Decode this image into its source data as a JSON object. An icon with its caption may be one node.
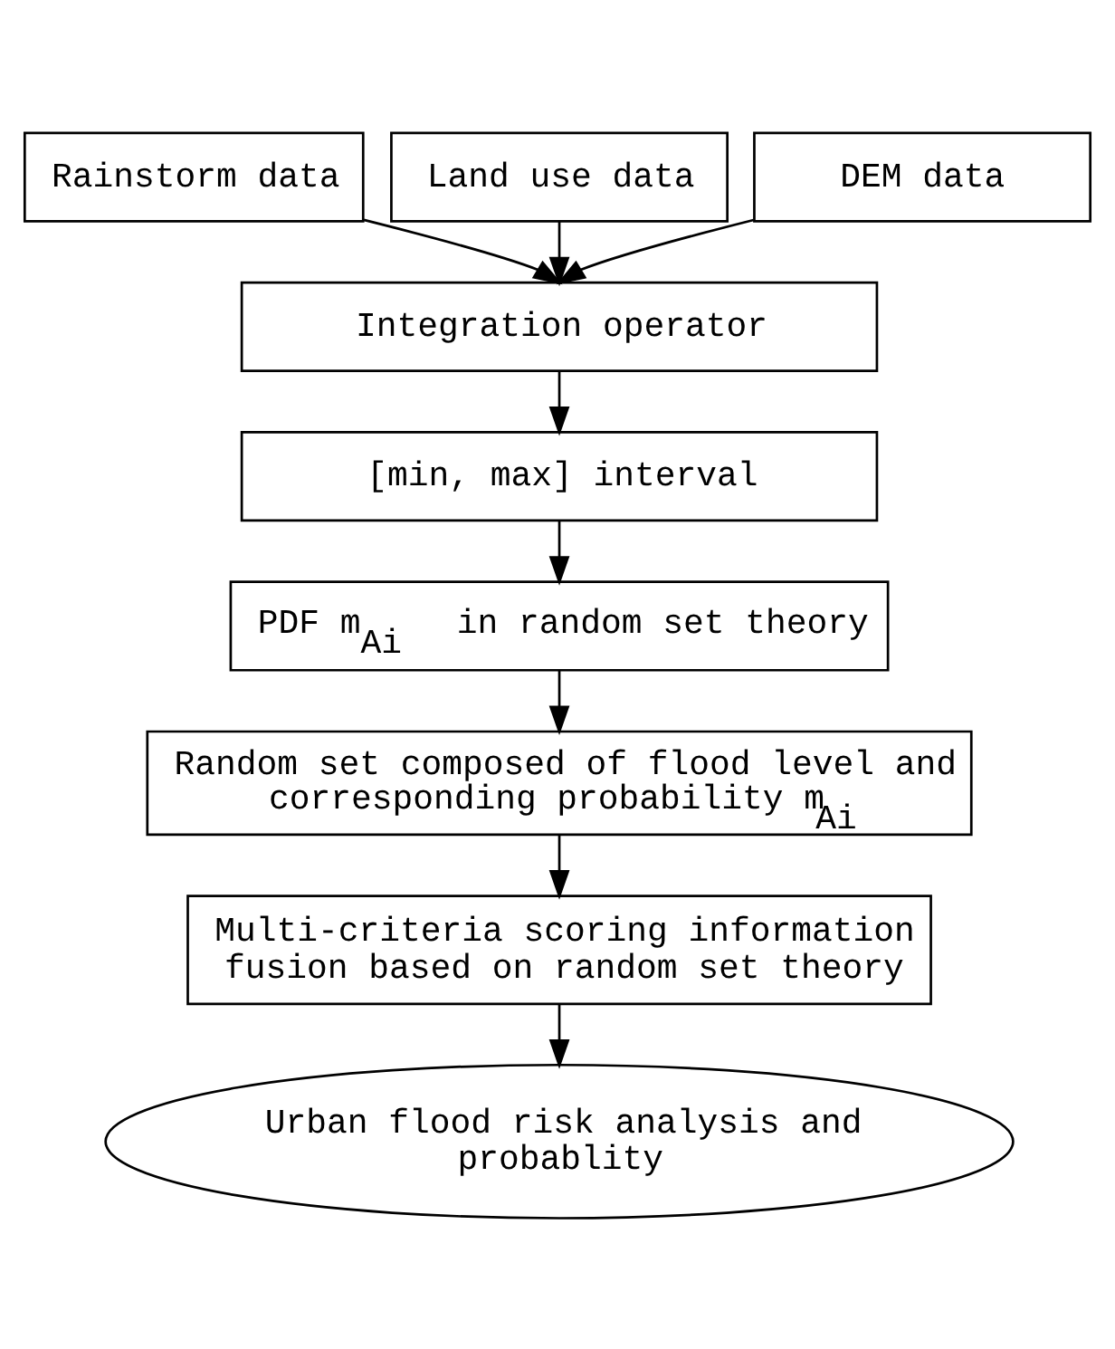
{
  "diagram": {
    "nodes": [
      {
        "text": [
          "Rainstorm data"
        ]
      },
      {
        "text": [
          "Land use data"
        ]
      },
      {
        "text": [
          "DEM data"
        ]
      },
      {
        "text": [
          "Integration operator"
        ]
      },
      {
        "text": [
          "[min, max] interval"
        ]
      },
      {
        "text": [
          "PDF m$_{Ai}$ in random set theory"
        ]
      },
      {
        "text": [
          "Random set composed of flood level and corresponding probability m$_{Ai}$"
        ]
      },
      {
        "text": [
          "Multi-criteria scoring information fusion based on random set theory"
        ]
      },
      {
        "text": [
          "Urban flood risk analysis and probablity"
        ]
      }
    ],
    "edges": [
      {
        "from": 0,
        "to": 3,
        "arrow": "to"
      },
      {
        "from": 1,
        "to": 3,
        "arrow": "to"
      },
      {
        "from": 2,
        "to": 3,
        "arrow": "to"
      },
      {
        "from": 3,
        "to": 4,
        "arrow": "to"
      },
      {
        "from": 4,
        "to": 5,
        "arrow": "to"
      },
      {
        "from": 5,
        "to": 6,
        "arrow": "to"
      },
      {
        "from": 6,
        "to": 7,
        "arrow": "to"
      },
      {
        "from": 7,
        "to": 8,
        "arrow": "to"
      }
    ]
  }
}
